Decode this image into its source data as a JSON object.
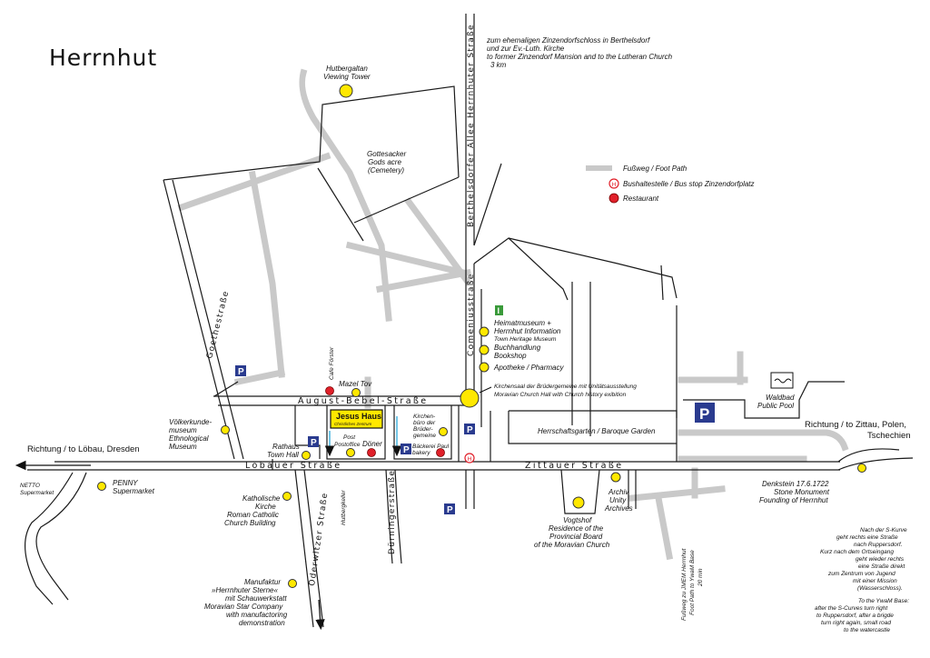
{
  "title": "Herrnhut",
  "streets": {
    "berthelsdorfer": "Berthelsdorfer Allee Herrnhuter Straße",
    "comenius": "Comeniusstraße",
    "goethe": "Goethestraße",
    "august_bebel": "August-Bebel-Straße",
    "loebauer": "Löbauer Straße",
    "zittauer": "Zittauer Straße",
    "oderwitzer": "Oderwitzer Straße",
    "duerninger": "Dürningerstraße",
    "hutbergkeller": "Hutbergkeller"
  },
  "top_note": [
    "zum ehemaligen Zinzendorfschloss in Berthelsdorf",
    "und zur Ev.-Luth. Kirche",
    "to former Zinzendorf Mansion and to the Lutheran Church",
    "3 km"
  ],
  "legend": {
    "footpath": "Fußweg / Foot Path",
    "busstop": "Bushaltestelle / Bus stop Zinzendorfplatz",
    "restaurant": "Restaurant",
    "bus_symbol": "H"
  },
  "poi": {
    "tower": [
      "Hutbergaltan",
      "Viewing Tower"
    ],
    "cemetery": [
      "Gottesacker",
      "Gods acre",
      "(Cemetery)"
    ],
    "heimatmuseum": [
      "Heimatmuseum +",
      "Herrnhut Information"
    ],
    "heimatmuseum_en": "Town Heritage Museum",
    "buch": [
      "Buchhandlung",
      "Bookshop"
    ],
    "apotheke": "Apotheke / Pharmacy",
    "info_symbol": "I",
    "kirchensaal": [
      "Kirchensaal der Brüdergemeine mit Unitätsausstellung",
      "Moravian Church Hall with Church history exibition"
    ],
    "cafe": "Cafe Förster",
    "mazel": "Mazel Tov",
    "jesus_title": "Jesus Haus",
    "jesus_sub": "Christliches Zentrum",
    "kirchenbuero": [
      "Kirchen-",
      "büro der",
      "Brüder-",
      "gemeine"
    ],
    "baeckerei": [
      "Bäckerei Paul",
      "bakery"
    ],
    "post": [
      "Post",
      "Postoffice"
    ],
    "doener": "Döner",
    "rathaus": [
      "Rathaus",
      "Town Hall"
    ],
    "voelkerkunde": [
      "Völkerkunde-",
      "museum",
      "Ethnological",
      "Museum"
    ],
    "herrschaftsgarten": "Herrschaftsgarten / Baroque Garden",
    "waldbad": [
      "Waldbad",
      "Public Pool"
    ],
    "denkstein": [
      "Denkstein 17.6.1722",
      "Stone Monument",
      "Founding of Herrnhut"
    ],
    "archiv": [
      "Archiv",
      "Unity",
      "Archives"
    ],
    "vogtshof": [
      "Vogtshof",
      "Residence of the",
      "Provincial Board",
      "of the Moravian Church"
    ],
    "netto": [
      "NETTO",
      "Supermarket"
    ],
    "penny": [
      "PENNY",
      "Supermarket"
    ],
    "katholische": [
      "Katholische",
      "Kirche",
      "Roman Catholic",
      "Church Building"
    ],
    "manufaktur": [
      "Manufaktur",
      "»Herrnhuter Sterne«",
      "mit Schauwerkstatt",
      "Moravian Star Company",
      "with manufactoring",
      "demonstration"
    ],
    "fussweg_ywam": [
      "Fußweg zu JMEM Herrnhut",
      "Foot Path to YwaM Base",
      "20 min"
    ],
    "parking_symbol": "P"
  },
  "directions": {
    "loebau": "Richtung / to  Löbau, Dresden",
    "zittau": [
      "Richtung / to Zittau, Polen,",
      "Tschechien"
    ]
  },
  "note_de": [
    "Nach der S-Kurve",
    "geht rechts eine Straße",
    "nach Ruppersdorf.",
    "Kurz nach dem Ortseingang",
    "geht wieder rechts",
    "eine Straße direkt",
    "zum Zentrum von Jugend",
    "mit einer Mission",
    "(Wasserschloss)."
  ],
  "note_en": [
    "To the YwaM Base:",
    "after the S-Curves turn right",
    "to Ruppersdorf, after a brigde",
    "turn right again, small road",
    "to the watercastle"
  ],
  "colors": {
    "yellow_marker": "#ffe800",
    "restaurant": "#e0202a",
    "parking": "#2a3b8f",
    "info": "#3a9a3a",
    "footpath": "#c9c9c9",
    "arrow": "#29a8d8"
  }
}
